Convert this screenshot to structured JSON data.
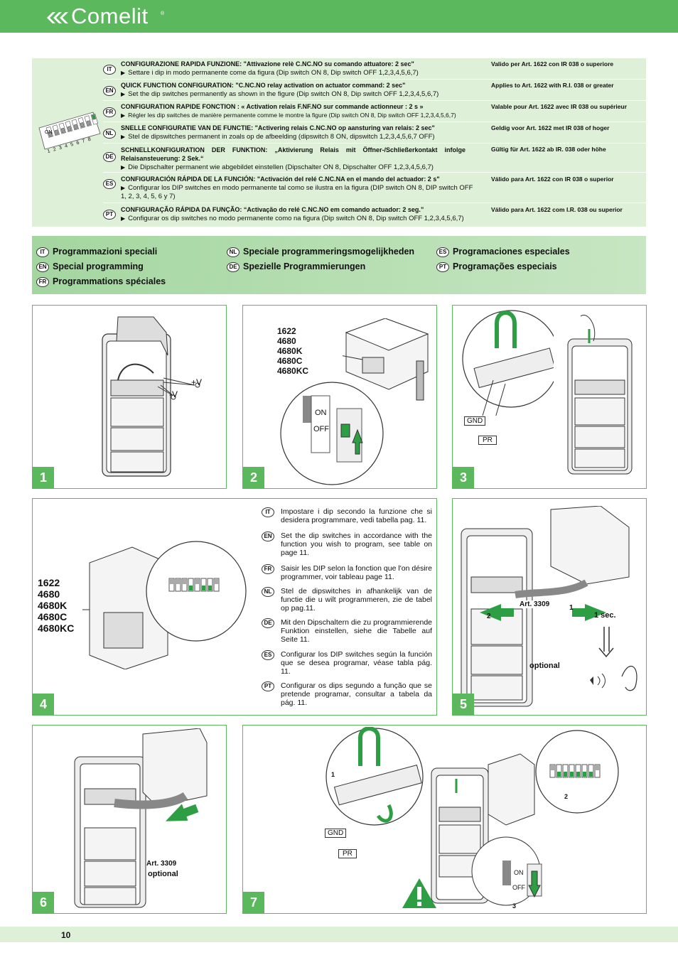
{
  "brand": {
    "name": "Comelit",
    "reg": "®"
  },
  "quick_config": [
    {
      "code": "IT",
      "title": "CONFIGURAZIONE RAPIDA FUNZIONE: \"Attivazione relè C.NC.NO su comando attuatore: 2 sec\"",
      "desc": "Settare i dip in modo permanente come da figura (Dip switch ON 8, Dip switch OFF 1,2,3,4,5,6,7)",
      "valid": "Valido per Art. 1622 con IR 038 o superiore"
    },
    {
      "code": "EN",
      "title": "QUICK FUNCTION CONFIGURATION: \"C.NC.NO relay activation on actuator command: 2 sec\"",
      "desc": "Set the dip switches permanently as shown in the figure (Dip switch ON 8, Dip switch OFF 1,2,3,4,5,6,7)",
      "valid": "Applies to Art. 1622 with R.I. 038 or greater"
    },
    {
      "code": "FR",
      "title": "CONFIGURATION RAPIDE FONCTION : « Activation relais F.NF.NO sur commande actionneur : 2 s »",
      "desc": "Régler les dip switches de manière permanente comme le montre la figure (Dip switch ON 8, Dip switch OFF 1,2,3,4,5,6,7)",
      "valid": "Valable pour Art. 1622 avec IR 038 ou supérieur"
    },
    {
      "code": "NL",
      "title": "SNELLE CONFIGURATIE VAN DE FUNCTIE: \"Activering relais C.NC.NO op aansturing van relais: 2 sec\"",
      "desc": "Stel de dipswitches permanent in zoals op de afbeelding (dipswitch 8 ON, dipswitch 1,2,3,4,5,6,7 OFF)",
      "valid": "Geldig voor Art. 1622 met IR 038 of hoger"
    },
    {
      "code": "DE",
      "title": "SCHNELLKONFIGURATION DER FUNKTION: „Aktivierung Relais mit Öffner-/Schließerkontakt infolge Relaisansteuerung: 2 Sek.“",
      "desc": "Die Dipschalter permanent wie abgebildet einstellen (Dipschalter ON 8, Dipschalter OFF 1,2,3,4,5,6,7)",
      "valid": "Gültig für Art. 1622 ab IR. 038 oder höhe"
    },
    {
      "code": "ES",
      "title": "CONFIGURACIÓN RÁPIDA DE LA FUNCIÓN: \"Activación del relé C.NC.NA en el mando del actuador: 2 s\"",
      "desc": "Configurar los DIP switches en modo permanente tal como se ilustra en la figura (DIP switch ON 8, DIP switch OFF 1, 2, 3, 4, 5, 6 y 7)",
      "valid": "Válido para Art. 1622 con IR 038 o superior"
    },
    {
      "code": "PT",
      "title": "CONFIGURAÇÃO RÁPIDA DA FUNÇÃO: “Activação do relé C.NC.NO em comando actuador: 2 seg.”",
      "desc": "Configurar os dip switches no modo permanente como na figura (Dip switch ON 8, Dip switch OFF 1,2,3,4,5,6,7)",
      "valid": "Válido para Art. 1622 com I.R. 038 ou superior"
    }
  ],
  "dip_diagram": {
    "on_label": "ON",
    "numbers": [
      "1",
      "2",
      "3",
      "4",
      "5",
      "6",
      "7",
      "8"
    ]
  },
  "special_programming": [
    {
      "code": "IT",
      "label": "Programmazioni speciali"
    },
    {
      "code": "EN",
      "label": "Special programming"
    },
    {
      "code": "FR",
      "label": "Programmations spéciales"
    },
    {
      "code": "NL",
      "label": "Speciale programmeringsmogelijkheden"
    },
    {
      "code": "DE",
      "label": "Spezielle Programmierungen"
    },
    {
      "code": "ES",
      "label": "Programaciones especiales"
    },
    {
      "code": "PT",
      "label": "Programações especiais"
    }
  ],
  "steps": {
    "s1": {
      "num": "1",
      "plus_v": "+V",
      "minus_v": "-V"
    },
    "s2": {
      "num": "2",
      "models": "1622\n4680\n4680K\n4680C\n4680KC",
      "on": "ON",
      "off": "OFF"
    },
    "s3": {
      "num": "3",
      "gnd": "GND",
      "pr": "PR"
    },
    "s4": {
      "num": "4",
      "models": "1622\n4680\n4680K\n4680C\n4680KC",
      "instructions": [
        {
          "code": "IT",
          "text": "Impostare i dip secondo la funzione che si desidera programmare, vedi tabella pag. 11."
        },
        {
          "code": "EN",
          "text": "Set the dip switches in accordance with the function you wish to program, see table on page 11."
        },
        {
          "code": "FR",
          "text": "Saisir les DIP selon la fonction que l'on désire programmer, voir tableau page 11."
        },
        {
          "code": "NL",
          "text": "Stel de dipswitches in afhankelijk van de functie die u wilt programmeren, zie de tabel op pag.11."
        },
        {
          "code": "DE",
          "text": "Mit den Dipschaltern die zu programmierende Funktion einstellen, siehe die Tabelle auf Seite 11."
        },
        {
          "code": "ES",
          "text": "Configurar los DIP switches según la función que se desea programar, véase tabla pág. 11."
        },
        {
          "code": "PT",
          "text": "Configurar os dips segundo a função que se pretende programar, consultar a tabela da pág. 11."
        }
      ]
    },
    "s5": {
      "num": "5",
      "art": "Art. 3309",
      "l2": "2",
      "l1": "1",
      "sec": "1 sec.",
      "optional": "optional"
    },
    "s6": {
      "num": "6",
      "art": "Art. 3309",
      "optional": "optional"
    },
    "s7": {
      "num": "7",
      "gnd": "GND",
      "pr": "PR",
      "n1": "1",
      "n2": "2",
      "n3": "3",
      "on": "ON",
      "off": "OFF"
    }
  },
  "footer": {
    "page": "10"
  },
  "colors": {
    "green": "#5cb85c",
    "light_green": "#dff0d8",
    "dip_green": "#2e9e44"
  }
}
